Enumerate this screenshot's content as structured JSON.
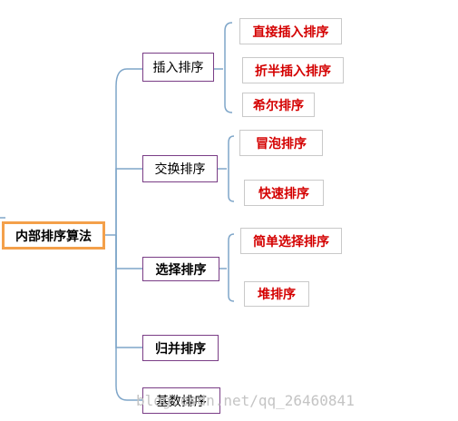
{
  "root": {
    "label": "内部排序算法"
  },
  "categories": [
    {
      "label": "插入排序",
      "children": [
        "直接插入排序",
        "折半插入排序",
        "希尔排序"
      ]
    },
    {
      "label": "交换排序",
      "children": [
        "冒泡排序",
        "快速排序"
      ]
    },
    {
      "label": "选择排序",
      "children": [
        "简单选择排序",
        "堆排序"
      ]
    },
    {
      "label": "归并排序",
      "children": []
    },
    {
      "label": "基数排序",
      "children": []
    }
  ],
  "watermark": "blog.csdn.net/qq_26460841",
  "colors": {
    "root_border": "#f4a04a",
    "category_border": "#7a3d86",
    "leaf_text": "#d40000",
    "connector": "#7fa6c9"
  }
}
